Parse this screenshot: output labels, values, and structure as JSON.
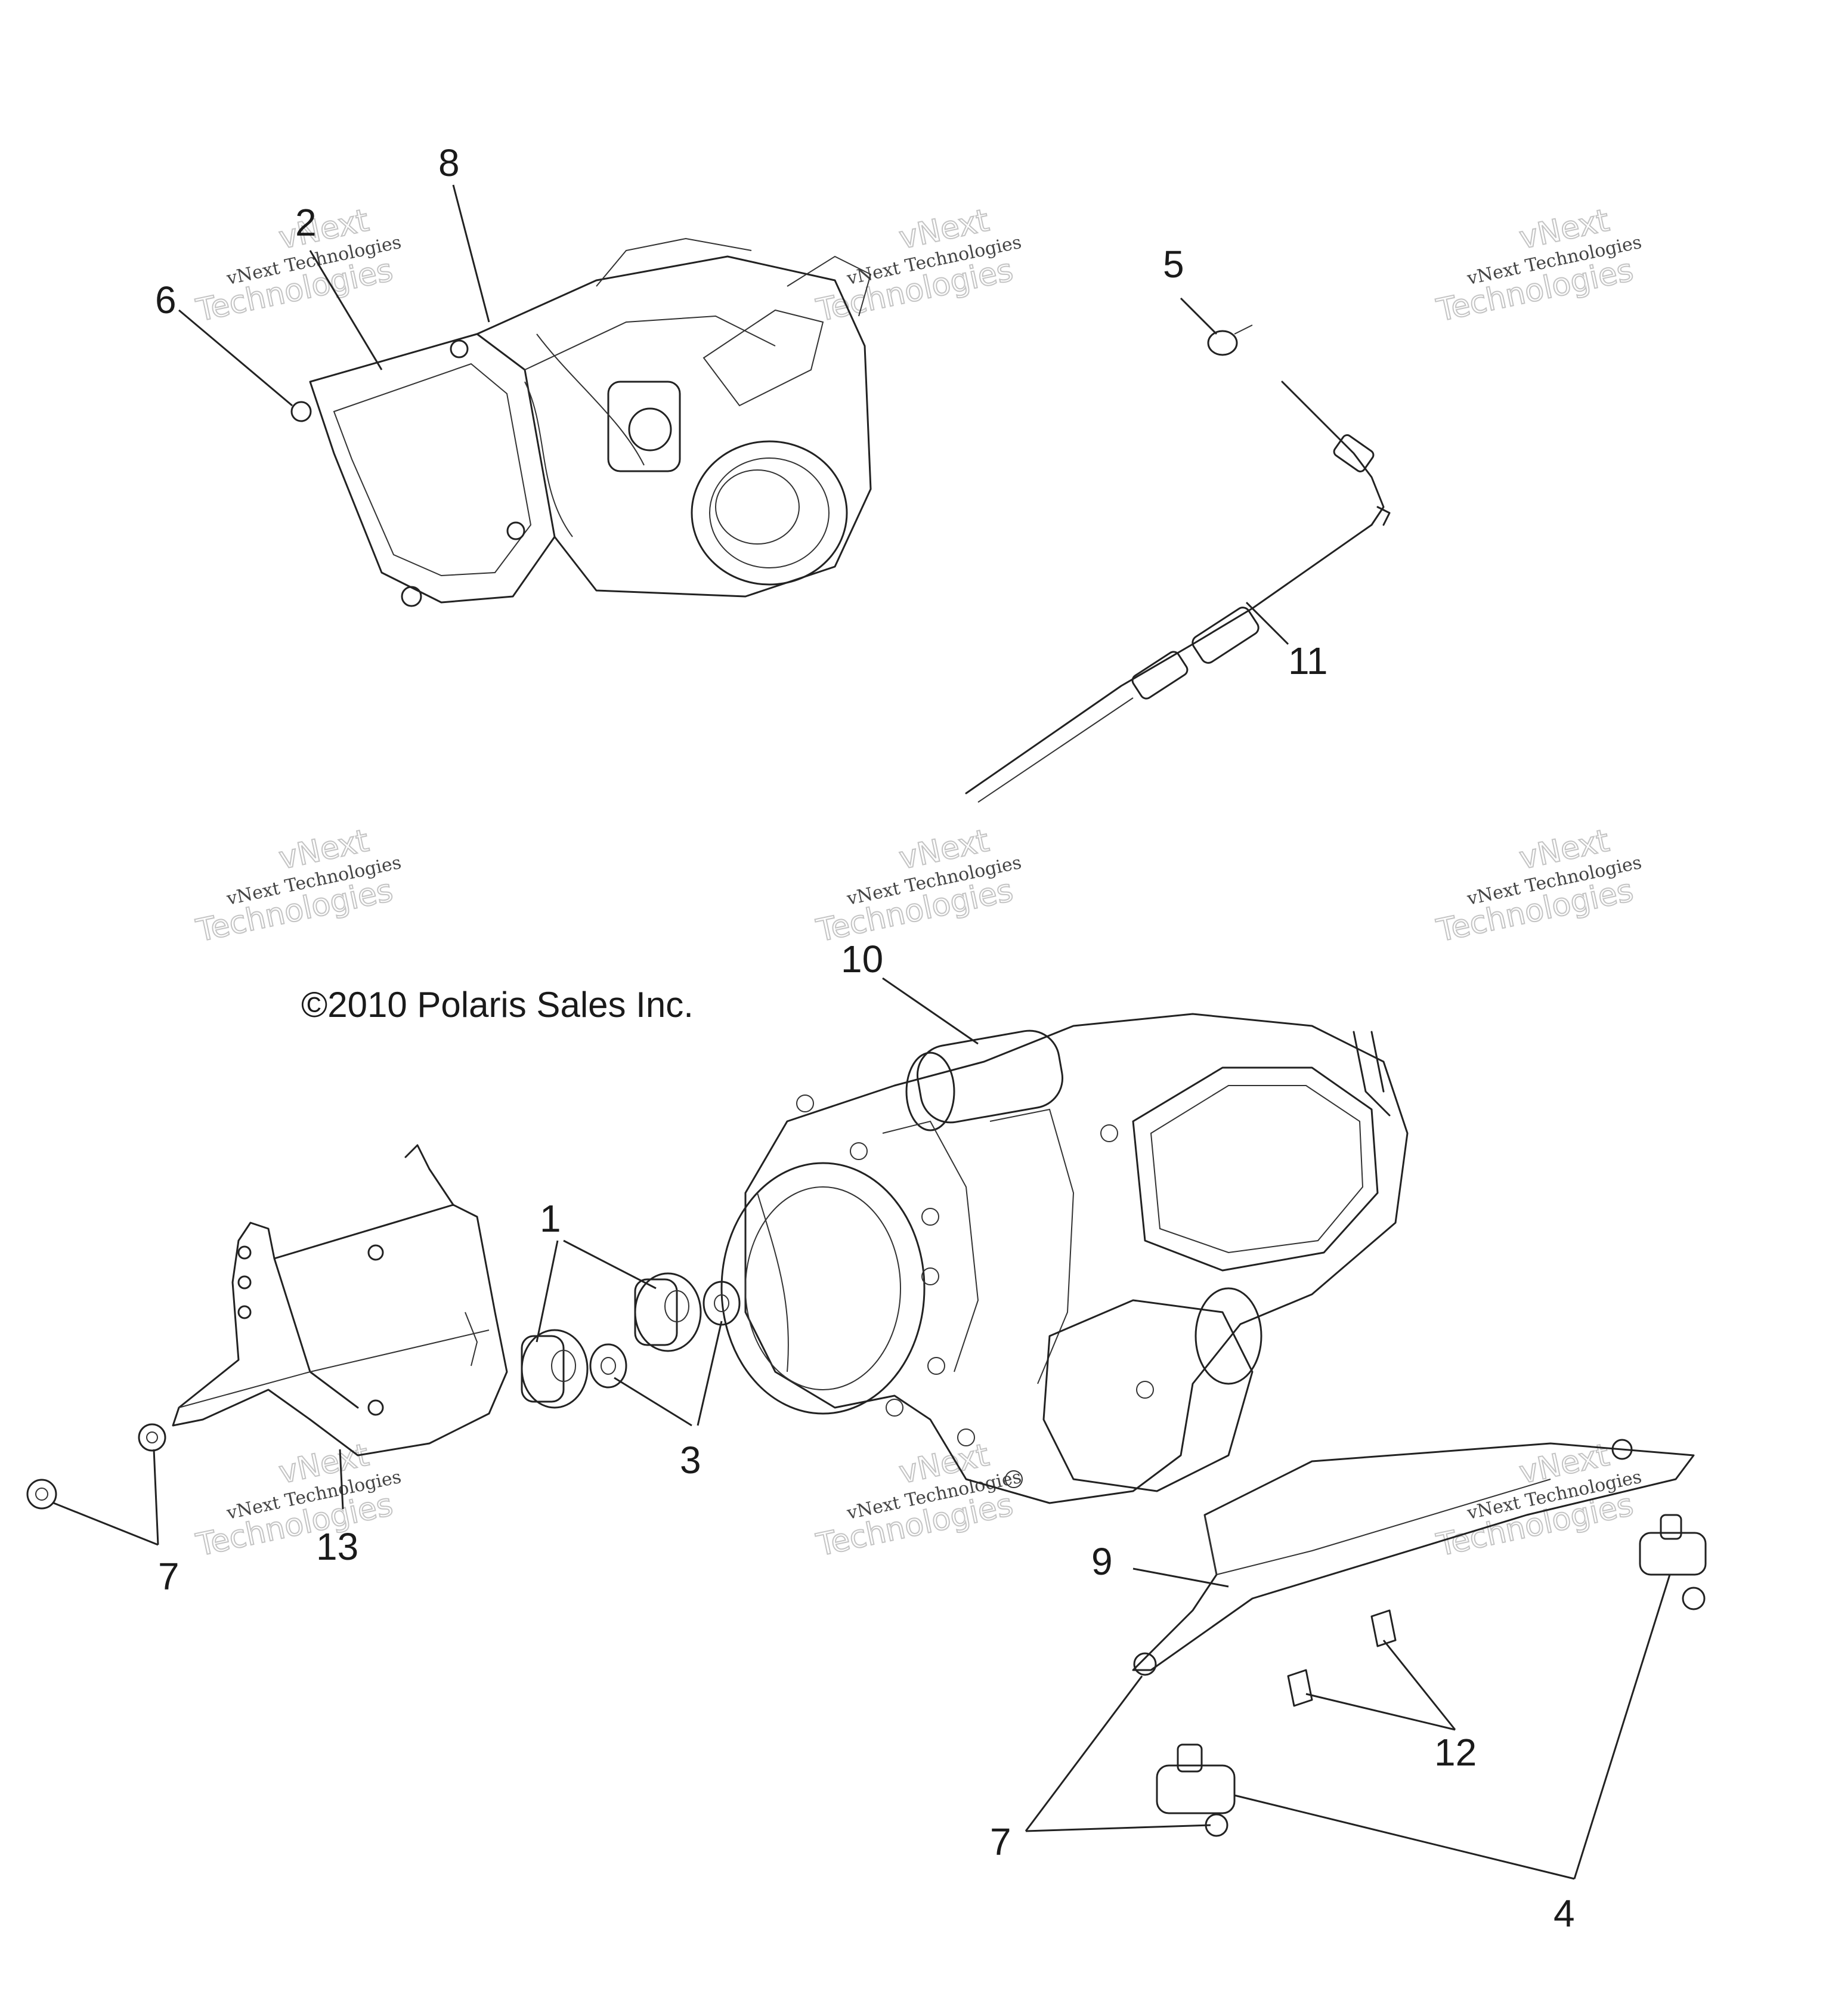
{
  "diagram": {
    "copyright": "©2010 Polaris Sales Inc.",
    "watermark": {
      "line1": "vNext",
      "line2": "vNext Technologies",
      "line3": "Technologies"
    },
    "callouts": {
      "c1": "1",
      "c2": "2",
      "c3": "3",
      "c4": "4",
      "c5": "5",
      "c6": "6",
      "c7a": "7",
      "c7b": "7",
      "c8": "8",
      "c9": "9",
      "c10": "10",
      "c11": "11",
      "c12": "12",
      "c13": "13"
    }
  }
}
